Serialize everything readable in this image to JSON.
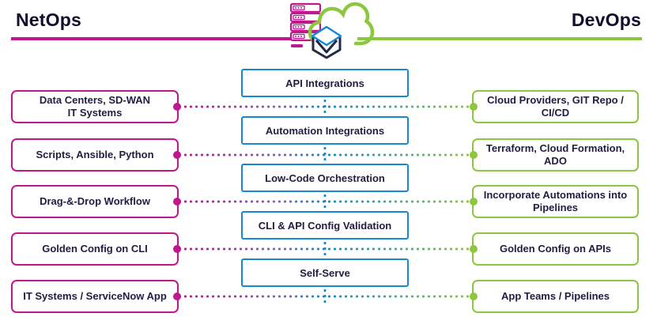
{
  "header": {
    "netops": "NetOps",
    "devops": "DevOps"
  },
  "colors": {
    "netops_accent": "#c0188c",
    "devops_accent": "#8dc63f",
    "platform_accent": "#1788d4",
    "text": "#221c41"
  },
  "icons": {
    "server_stack": "server-stack-icon",
    "cloud": "cloud-icon",
    "emblem": "platform-emblem-icon"
  },
  "platform": {
    "capabilities": [
      "API Integrations",
      "Automation Integrations",
      "Low-Code Orchestration",
      "CLI & API Config Validation",
      "Self-Serve"
    ]
  },
  "rows": [
    {
      "netops": "Data Centers, SD-WAN\nIT Systems",
      "devops": "Cloud Providers, GIT Repo /\nCI/CD"
    },
    {
      "netops": "Scripts, Ansible, Python",
      "devops": "Terraform, Cloud Formation,\nADO"
    },
    {
      "netops": "Drag-&-Drop Workflow",
      "devops": "Incorporate Automations into\nPipelines"
    },
    {
      "netops": "Golden Config on CLI",
      "devops": "Golden Config on APIs"
    },
    {
      "netops": "IT Systems / ServiceNow App",
      "devops": "App Teams / Pipelines"
    }
  ]
}
